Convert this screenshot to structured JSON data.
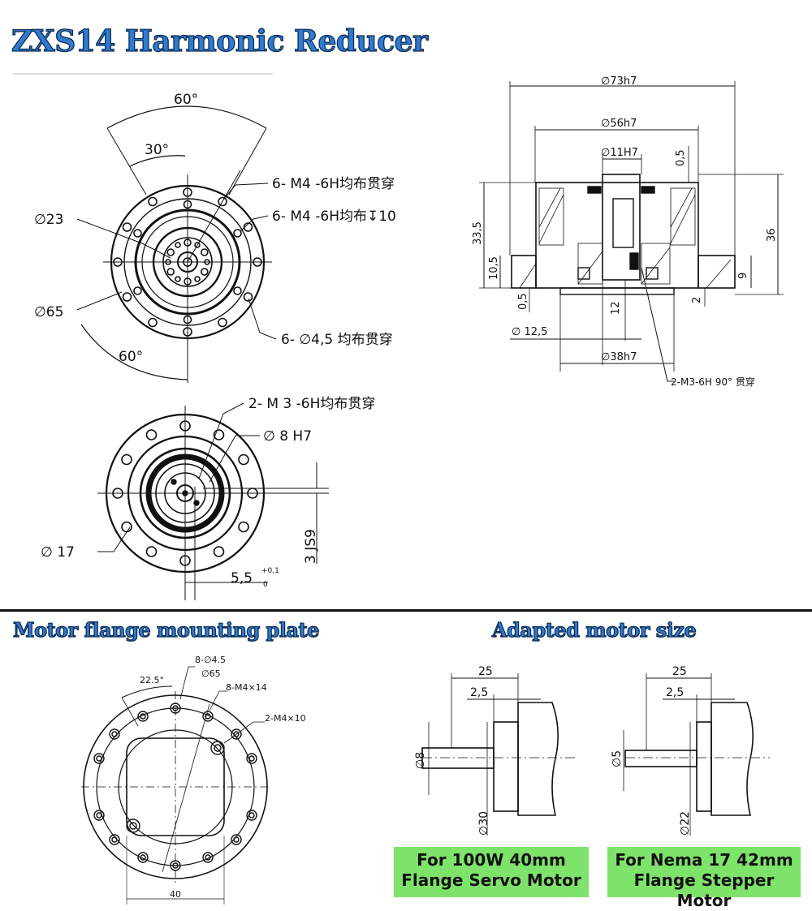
{
  "titles": {
    "main": "ZXS14 Harmonic Reducer",
    "flange": "Motor flange mounting plate",
    "motor": "Adapted motor size"
  },
  "front_view": {
    "angle_60_top": "60°",
    "angle_30": "30°",
    "angle_60_bottom": "60°",
    "dia_23": "∅23",
    "dia_65": "∅65",
    "note_m4_through": "6- M4 -6H均布贯穿",
    "note_m4_depth": "6- M4 -6H均布↧10",
    "note_hole_45": "6- ∅4,5 均布贯穿"
  },
  "rear_view": {
    "note_m3": "2- M 3 -6H均布贯穿",
    "dia_8": "∅ 8 H7",
    "dia_17": "∅ 17",
    "key_3": "3 JS9",
    "key_55": "5,5",
    "tol_upper": "+0,1",
    "tol_lower": "0"
  },
  "section_view": {
    "dia_73": "∅73h7",
    "dia_56": "∅56h7",
    "dia_11": "∅11H7",
    "dim_05_top": "0,5",
    "dim_335": "33,5",
    "dim_36": "36",
    "dim_105": "10,5",
    "dim_9": "9",
    "dim_05_bottom": "0,5",
    "dim_12": "12",
    "dim_2": "2",
    "dia_125": "∅  12,5",
    "dia_38": "∅38h7",
    "note_m3_90": "2-M3-6H 90° 贯穿"
  },
  "flange_plate": {
    "holes_8": "8-∅4.5",
    "angle_225": "22.5°",
    "dia_65": "∅65",
    "tap_m4_14": "8-M4×14",
    "tap_m4_10": "2-M4×10",
    "width_40": "40"
  },
  "motor_servo": {
    "dim_25": "25",
    "dim_25b": "2,5",
    "shaft": "∅8",
    "spigot": "∅30",
    "label_line1": "For 100W 40mm",
    "label_line2": "Flange Servo Motor"
  },
  "motor_stepper": {
    "dim_25": "25",
    "dim_25b": "2,5",
    "shaft": "∅5",
    "spigot": "∅22",
    "label_line1": "For Nema 17 42mm",
    "label_line2": "Flange Stepper Motor"
  },
  "colors": {
    "title_fill": "#2f7bd0",
    "title_stroke": "#0d2d55",
    "label_green": "#7ee36a"
  }
}
